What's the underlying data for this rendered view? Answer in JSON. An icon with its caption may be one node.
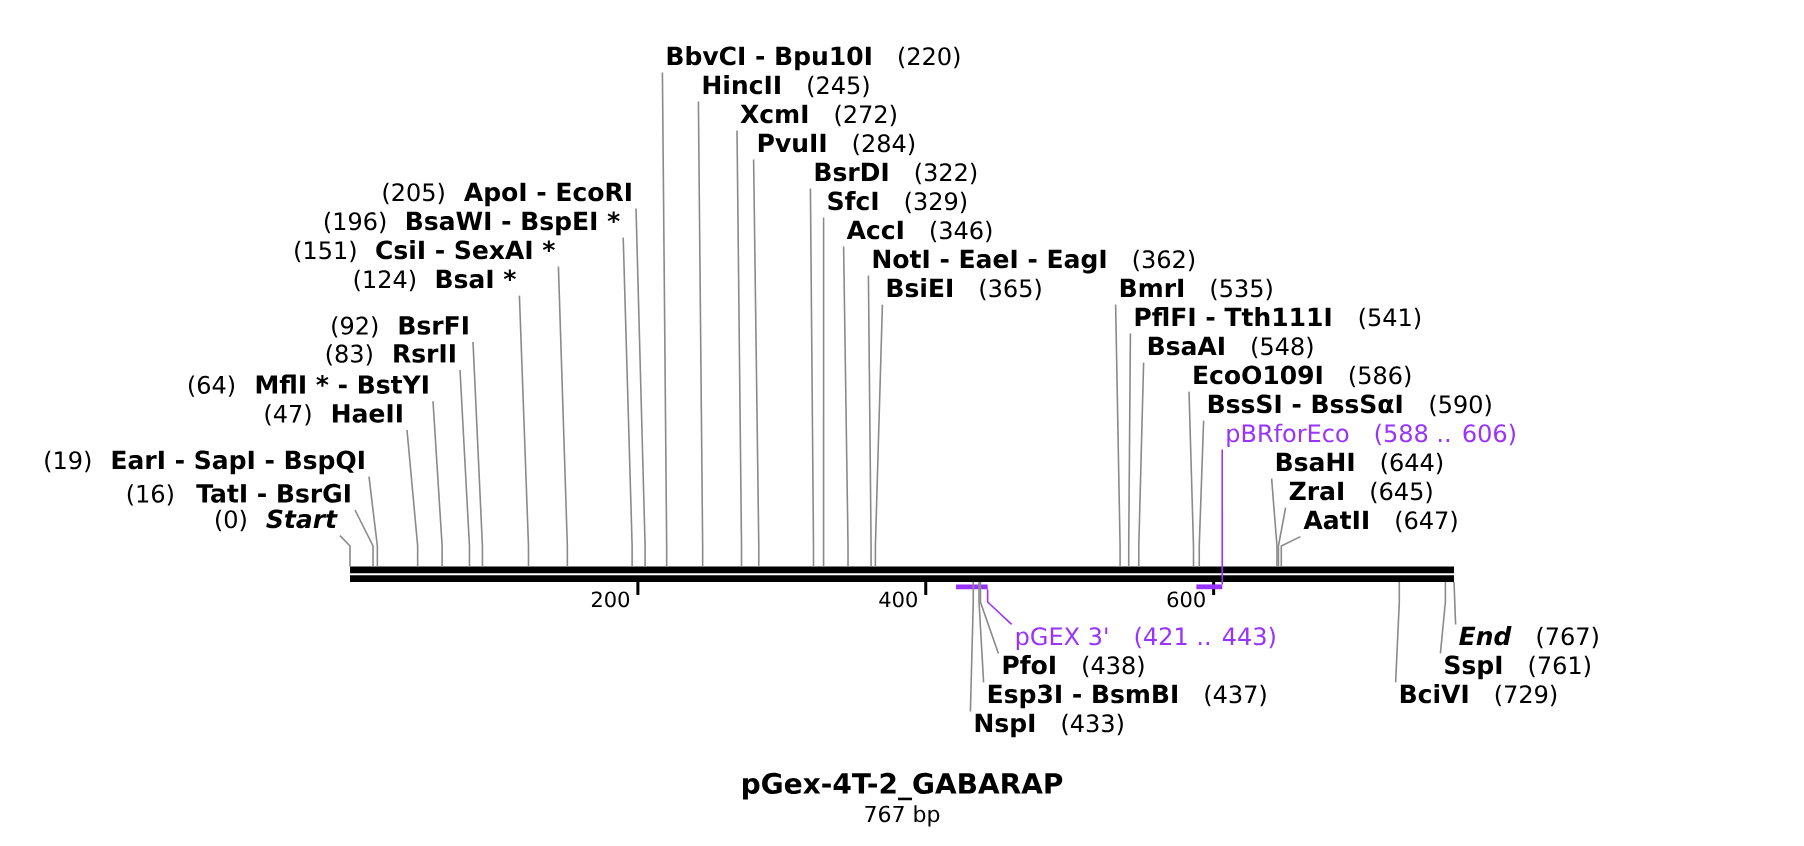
{
  "diagram": {
    "title": "pGex-4T-2_GABARAP",
    "caption": "767 bp",
    "nodes": [
      {
        "text": [],
        "shape": "bar"
      },
      {
        "text": [
          "Start"
        ],
        "beside": [
          "(0)"
        ]
      },
      {
        "text": [
          "TatI - BsrGI"
        ],
        "beside": [
          "(16)"
        ]
      },
      {
        "text": [
          "EarI - SapI - BspQI"
        ],
        "beside": [
          "(19)"
        ]
      },
      {
        "text": [
          "HaeII"
        ],
        "beside": [
          "(47)"
        ]
      },
      {
        "text": [
          "MflI * - BstYI"
        ],
        "beside": [
          "(64)"
        ]
      },
      {
        "text": [
          "RsrII"
        ],
        "beside": [
          "(83)"
        ]
      },
      {
        "text": [
          "BsrFI"
        ],
        "beside": [
          "(92)"
        ]
      },
      {
        "text": [
          "BsaI *"
        ],
        "beside": [
          "(124)"
        ]
      },
      {
        "text": [
          "CsiI - SexAI *"
        ],
        "beside": [
          "(151)"
        ]
      },
      {
        "text": [
          "BsaWI - BspEI *"
        ],
        "beside": [
          "(196)"
        ]
      },
      {
        "text": [
          "ApoI - EcoRI"
        ],
        "beside": [
          "(205)"
        ]
      },
      {
        "text": [
          "BbvCI - Bpu10I"
        ],
        "beside": [
          "(220)"
        ]
      },
      {
        "text": [
          "HincII"
        ],
        "beside": [
          "(245)"
        ]
      },
      {
        "text": [
          "XcmI"
        ],
        "beside": [
          "(272)"
        ]
      },
      {
        "text": [
          "PvuII"
        ],
        "beside": [
          "(284)"
        ]
      },
      {
        "text": [
          "BsrDI"
        ],
        "beside": [
          "(322)"
        ]
      },
      {
        "text": [
          "SfcI"
        ],
        "beside": [
          "(329)"
        ]
      },
      {
        "text": [
          "AccI"
        ],
        "beside": [
          "(346)"
        ]
      },
      {
        "text": [
          "NotI - EaeI - EagI"
        ],
        "beside": [
          "(362)"
        ]
      },
      {
        "text": [
          "BsiEI"
        ],
        "beside": [
          "(365)"
        ]
      },
      {
        "text": [
          "pGEX 3'"
        ],
        "beside": [
          "(421 .. 443)"
        ]
      },
      {
        "text": [
          "NspI"
        ],
        "beside": [
          "(433)"
        ]
      },
      {
        "text": [
          "Esp3I - BsmBI"
        ],
        "beside": [
          "(437)"
        ]
      },
      {
        "text": [
          "PfoI"
        ],
        "beside": [
          "(438)"
        ]
      },
      {
        "text": [
          "BmrI"
        ],
        "beside": [
          "(535)"
        ]
      },
      {
        "text": [
          "PflFI - Tth111I"
        ],
        "beside": [
          "(541)"
        ]
      },
      {
        "text": [
          "BsaAI"
        ],
        "beside": [
          "(548)"
        ]
      },
      {
        "text": [
          "EcoO109I"
        ],
        "beside": [
          "(586)"
        ]
      },
      {
        "text": [
          "pBRforEco"
        ],
        "beside": [
          "(588 .. 606)"
        ]
      },
      {
        "text": [
          "BssSI - BssSαI"
        ],
        "beside": [
          "(590)"
        ]
      },
      {
        "text": [
          "BsaHI"
        ],
        "beside": [
          "(644)"
        ]
      },
      {
        "text": [
          "ZraI"
        ],
        "beside": [
          "(645)"
        ]
      },
      {
        "text": [
          "AatII"
        ],
        "beside": [
          "(647)"
        ]
      },
      {
        "text": [
          "BciVI"
        ],
        "beside": [
          "(729)"
        ]
      },
      {
        "text": [
          "SspI"
        ],
        "beside": [
          "(761)"
        ]
      },
      {
        "text": [
          "End"
        ],
        "beside": [
          "(767)"
        ]
      },
      {
        "text": [],
        "shape": "bar"
      },
      {
        "text": [],
        "shape": "bar"
      }
    ],
    "edges": [
      {
        "from": 1,
        "to": 0,
        "arrow": "none"
      },
      {
        "from": 2,
        "to": 0,
        "arrow": "none"
      },
      {
        "from": 3,
        "to": 0,
        "arrow": "none"
      },
      {
        "from": 4,
        "to": 0,
        "arrow": "none"
      },
      {
        "from": 5,
        "to": 0,
        "arrow": "none"
      },
      {
        "from": 6,
        "to": 0,
        "arrow": "none"
      },
      {
        "from": 7,
        "to": 0,
        "arrow": "none"
      },
      {
        "from": 8,
        "to": 0,
        "arrow": "none"
      },
      {
        "from": 9,
        "to": 0,
        "arrow": "none"
      },
      {
        "from": 10,
        "to": 0,
        "arrow": "none"
      },
      {
        "from": 11,
        "to": 0,
        "arrow": "none"
      },
      {
        "from": 12,
        "to": 0,
        "arrow": "none"
      },
      {
        "from": 13,
        "to": 0,
        "arrow": "none"
      },
      {
        "from": 14,
        "to": 0,
        "arrow": "none"
      },
      {
        "from": 15,
        "to": 0,
        "arrow": "none"
      },
      {
        "from": 16,
        "to": 0,
        "arrow": "none"
      },
      {
        "from": 17,
        "to": 0,
        "arrow": "none"
      },
      {
        "from": 18,
        "to": 0,
        "arrow": "none"
      },
      {
        "from": 19,
        "to": 0,
        "arrow": "none"
      },
      {
        "from": 20,
        "to": 0,
        "arrow": "none"
      },
      {
        "from": 21,
        "to": 37,
        "arrow": "none",
        "color": "#9933ff"
      },
      {
        "from": 22,
        "to": 0,
        "arrow": "none"
      },
      {
        "from": 23,
        "to": 0,
        "arrow": "none"
      },
      {
        "from": 24,
        "to": 0,
        "arrow": "none"
      },
      {
        "from": 25,
        "to": 0,
        "arrow": "none"
      },
      {
        "from": 26,
        "to": 0,
        "arrow": "none"
      },
      {
        "from": 27,
        "to": 0,
        "arrow": "none"
      },
      {
        "from": 28,
        "to": 0,
        "arrow": "none"
      },
      {
        "from": 29,
        "to": 38,
        "arrow": "none",
        "color": "#9933ff"
      },
      {
        "from": 30,
        "to": 0,
        "arrow": "none"
      },
      {
        "from": 31,
        "to": 0,
        "arrow": "none"
      },
      {
        "from": 32,
        "to": 0,
        "arrow": "none"
      },
      {
        "from": 33,
        "to": 0,
        "arrow": "none"
      },
      {
        "from": 34,
        "to": 0,
        "arrow": "none"
      },
      {
        "from": 35,
        "to": 0,
        "arrow": "none"
      },
      {
        "from": 36,
        "to": 0,
        "arrow": "none"
      }
    ],
    "labels": [
      "200",
      "400",
      "600"
    ]
  }
}
